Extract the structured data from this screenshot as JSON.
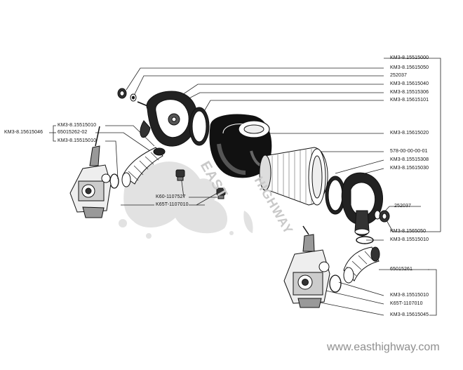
{
  "labels_right": [
    "KM3-8.15515000",
    "KM3-8.15615050",
    "252037",
    "KM3-8.15615040",
    "KM3-8.15515306",
    "KM3-8.15615101",
    "KM3-8.15615020",
    "578-00-00-00-01",
    "KM3-8.15515308",
    "KM3-8.15615030",
    "252037",
    "KM3-8.1565050",
    "KM3-8.15515010",
    "65015261",
    "KM3-8.15515010",
    "K65T-1107010",
    "KM3-8.15615045"
  ],
  "labels_left": {
    "group": "KM3-8.15615046",
    "a": "KM3-8.15515010",
    "b": "65015262-02",
    "c": "KM3-8.15515010"
  },
  "labels_center": {
    "k60": "K60-1107527",
    "k65": "K65T-1107010"
  },
  "watermark": {
    "brand_top": "EAST",
    "brand_bottom": "HIGHWAY",
    "url": "www.easthighway.com"
  }
}
